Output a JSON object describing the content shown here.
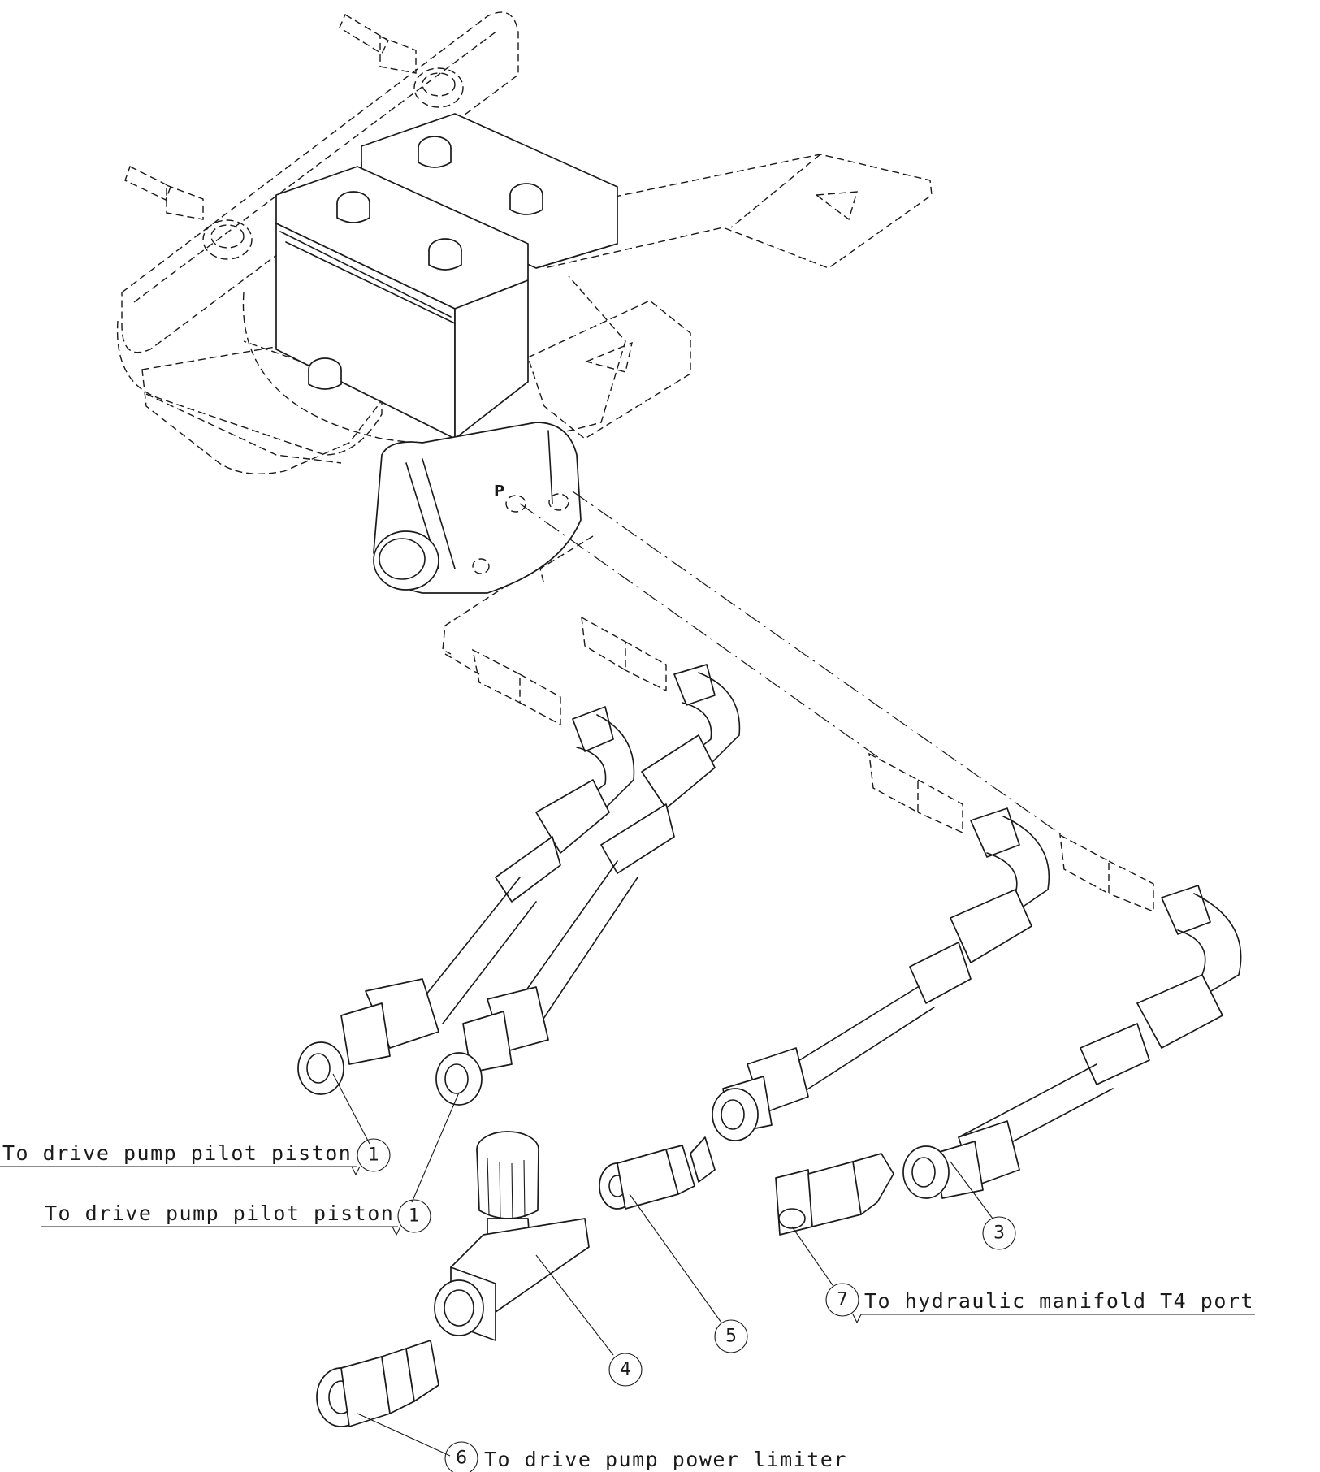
{
  "port_letter": "P",
  "callouts": [
    {
      "number": "1",
      "label": "To drive pump pilot piston"
    },
    {
      "number": "1",
      "label": "To drive pump pilot piston"
    },
    {
      "number": "3",
      "label": ""
    },
    {
      "number": "4",
      "label": ""
    },
    {
      "number": "5",
      "label": ""
    },
    {
      "number": "6",
      "label": "To drive pump power limiter"
    },
    {
      "number": "7",
      "label": "To hydraulic manifold T4 port"
    }
  ]
}
